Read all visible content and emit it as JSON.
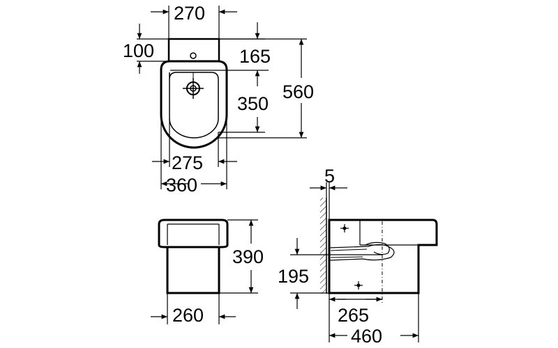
{
  "top_view": {
    "dim_width_top": "270",
    "dim_tank_depth": "100",
    "dim_offset": "165",
    "dim_total_length": "560",
    "dim_bowl_length": "350",
    "dim_inner_width": "275",
    "dim_outer_width": "360"
  },
  "front_view": {
    "dim_height": "390",
    "dim_base_width": "260"
  },
  "side_view": {
    "dim_wall_gap": "5",
    "dim_outlet_height": "195",
    "dim_outlet_distance": "265",
    "dim_total_depth": "460"
  }
}
